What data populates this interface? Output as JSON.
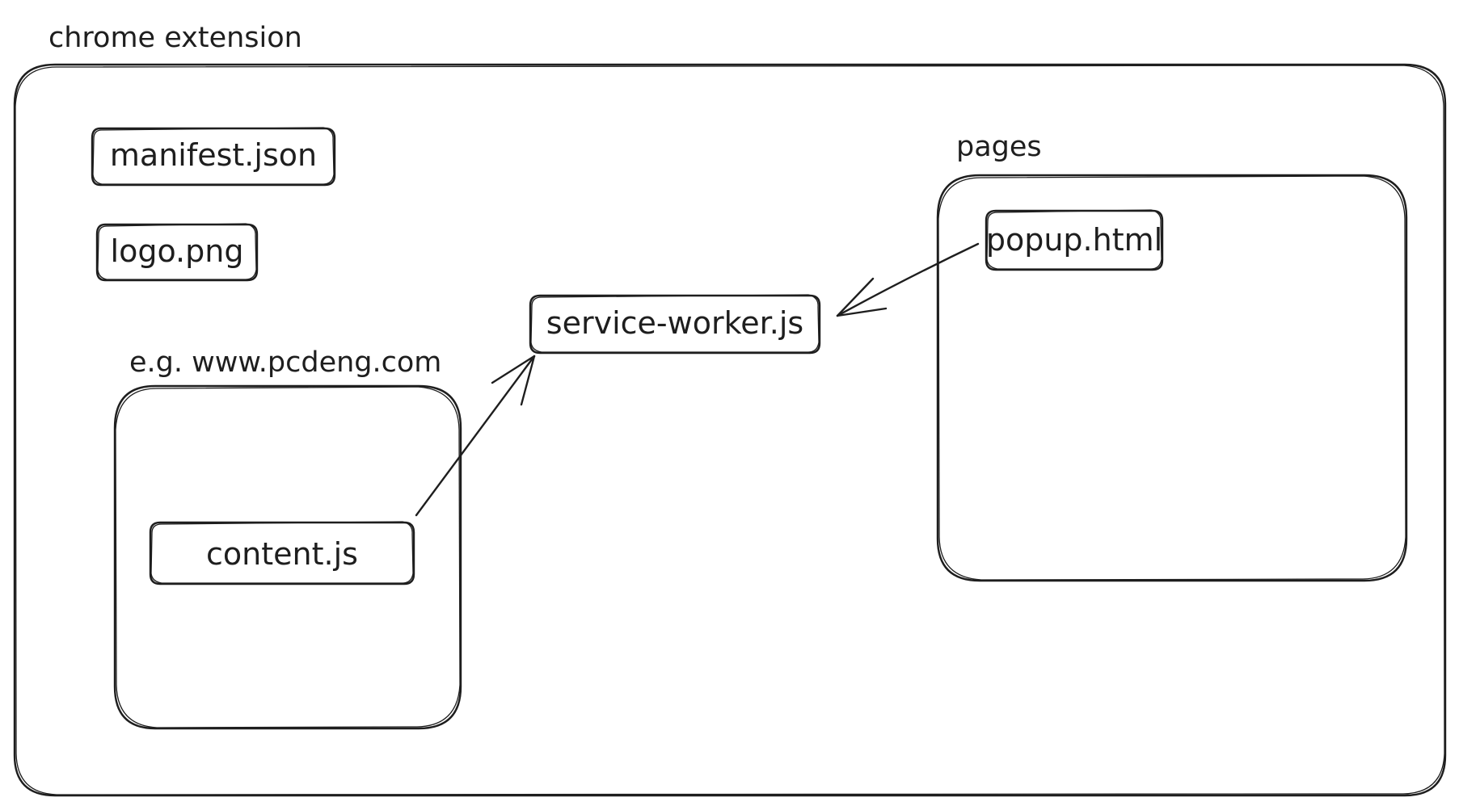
{
  "diagram": {
    "extension_title": "chrome extension",
    "manifest_label": "manifest.json",
    "logo_label": "logo.png",
    "page_title": "e.g. www.pcdeng.com",
    "content_label": "content.js",
    "service_worker_label": "service-worker.js",
    "pages_title": "pages",
    "popup_label": "popup.html"
  },
  "colors": {
    "stroke": "#1e1e1e",
    "background": "#ffffff"
  }
}
